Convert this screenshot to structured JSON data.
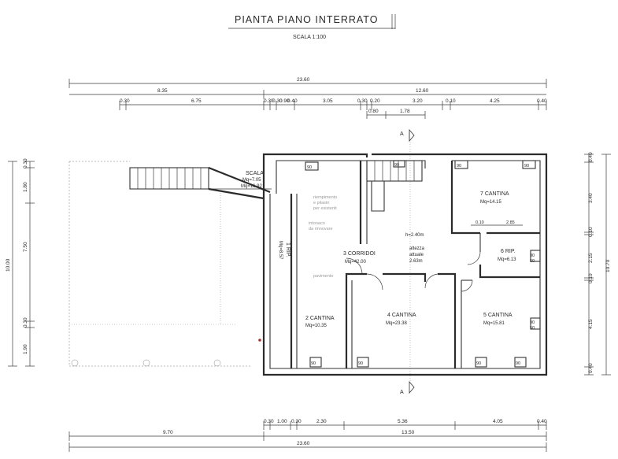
{
  "header": {
    "title": "PIANTA PIANO INTERRATO",
    "scale": "SCALA 1:100"
  },
  "section_mark": "A",
  "dims_top": {
    "row1": [
      "23.60"
    ],
    "row2": [
      "8.35",
      "12.60"
    ],
    "row3": [
      "0.30",
      "6.75",
      "0.30",
      "0.30",
      "0.90",
      "0.40",
      "3.05",
      "0.30",
      "0.20",
      "3.20",
      "0.10",
      "4.25",
      "0.40"
    ],
    "row4": [
      "0.80",
      "1.78"
    ]
  },
  "dims_bottom": {
    "row1": [
      "0.30",
      "1.00",
      "0.30",
      "2.30",
      "5.36",
      "4.05",
      "0.40"
    ],
    "row2": [
      "9.70",
      "13.50"
    ],
    "row3": [
      "23.60"
    ]
  },
  "dims_left": [
    "0.30",
    "1.80",
    "7.50",
    "10.00",
    "0.30",
    "1.90"
  ],
  "dims_right": [
    "0.40",
    "3.40",
    "0.10",
    "2.15",
    "0.10",
    "10.70",
    "4.15",
    "0.40"
  ],
  "rooms": {
    "scala": {
      "name": "SCALA",
      "mq1": "Mq=7.05",
      "mq2": "Mq=16.92"
    },
    "rip1": {
      "name": "1 RIP.",
      "mq": "Mq=8.57"
    },
    "corridoi": {
      "name": "3 CORRIDOI",
      "mq": "Mq=42.00"
    },
    "cantina2": {
      "name": "2 CANTINA",
      "mq": "Mq=10.35"
    },
    "cantina4": {
      "name": "4 CANTINA",
      "mq": "Mq=23.38"
    },
    "cantina5": {
      "name": "5 CANTINA",
      "mq": "Mq=15.81"
    },
    "rip6": {
      "name": "6 RIP.",
      "mq": "Mq=6.13"
    },
    "cantina7": {
      "name": "7 CANTINA",
      "mq": "Mq=14.15",
      "d1": "0.10",
      "d2": "2.85"
    }
  },
  "heights": {
    "h": "h=2.40m",
    "note1": "altezza",
    "note2": "attuale",
    "value": "2.63m"
  },
  "window_labels": {
    "w90": "90",
    "w50": "50"
  },
  "ghost_notes": {
    "n1": "riempimento",
    "n2": "e pilastri",
    "n3": "per esistenti",
    "n4": "intonaco",
    "n5": "da rinnovare",
    "n6": "pavimento"
  }
}
